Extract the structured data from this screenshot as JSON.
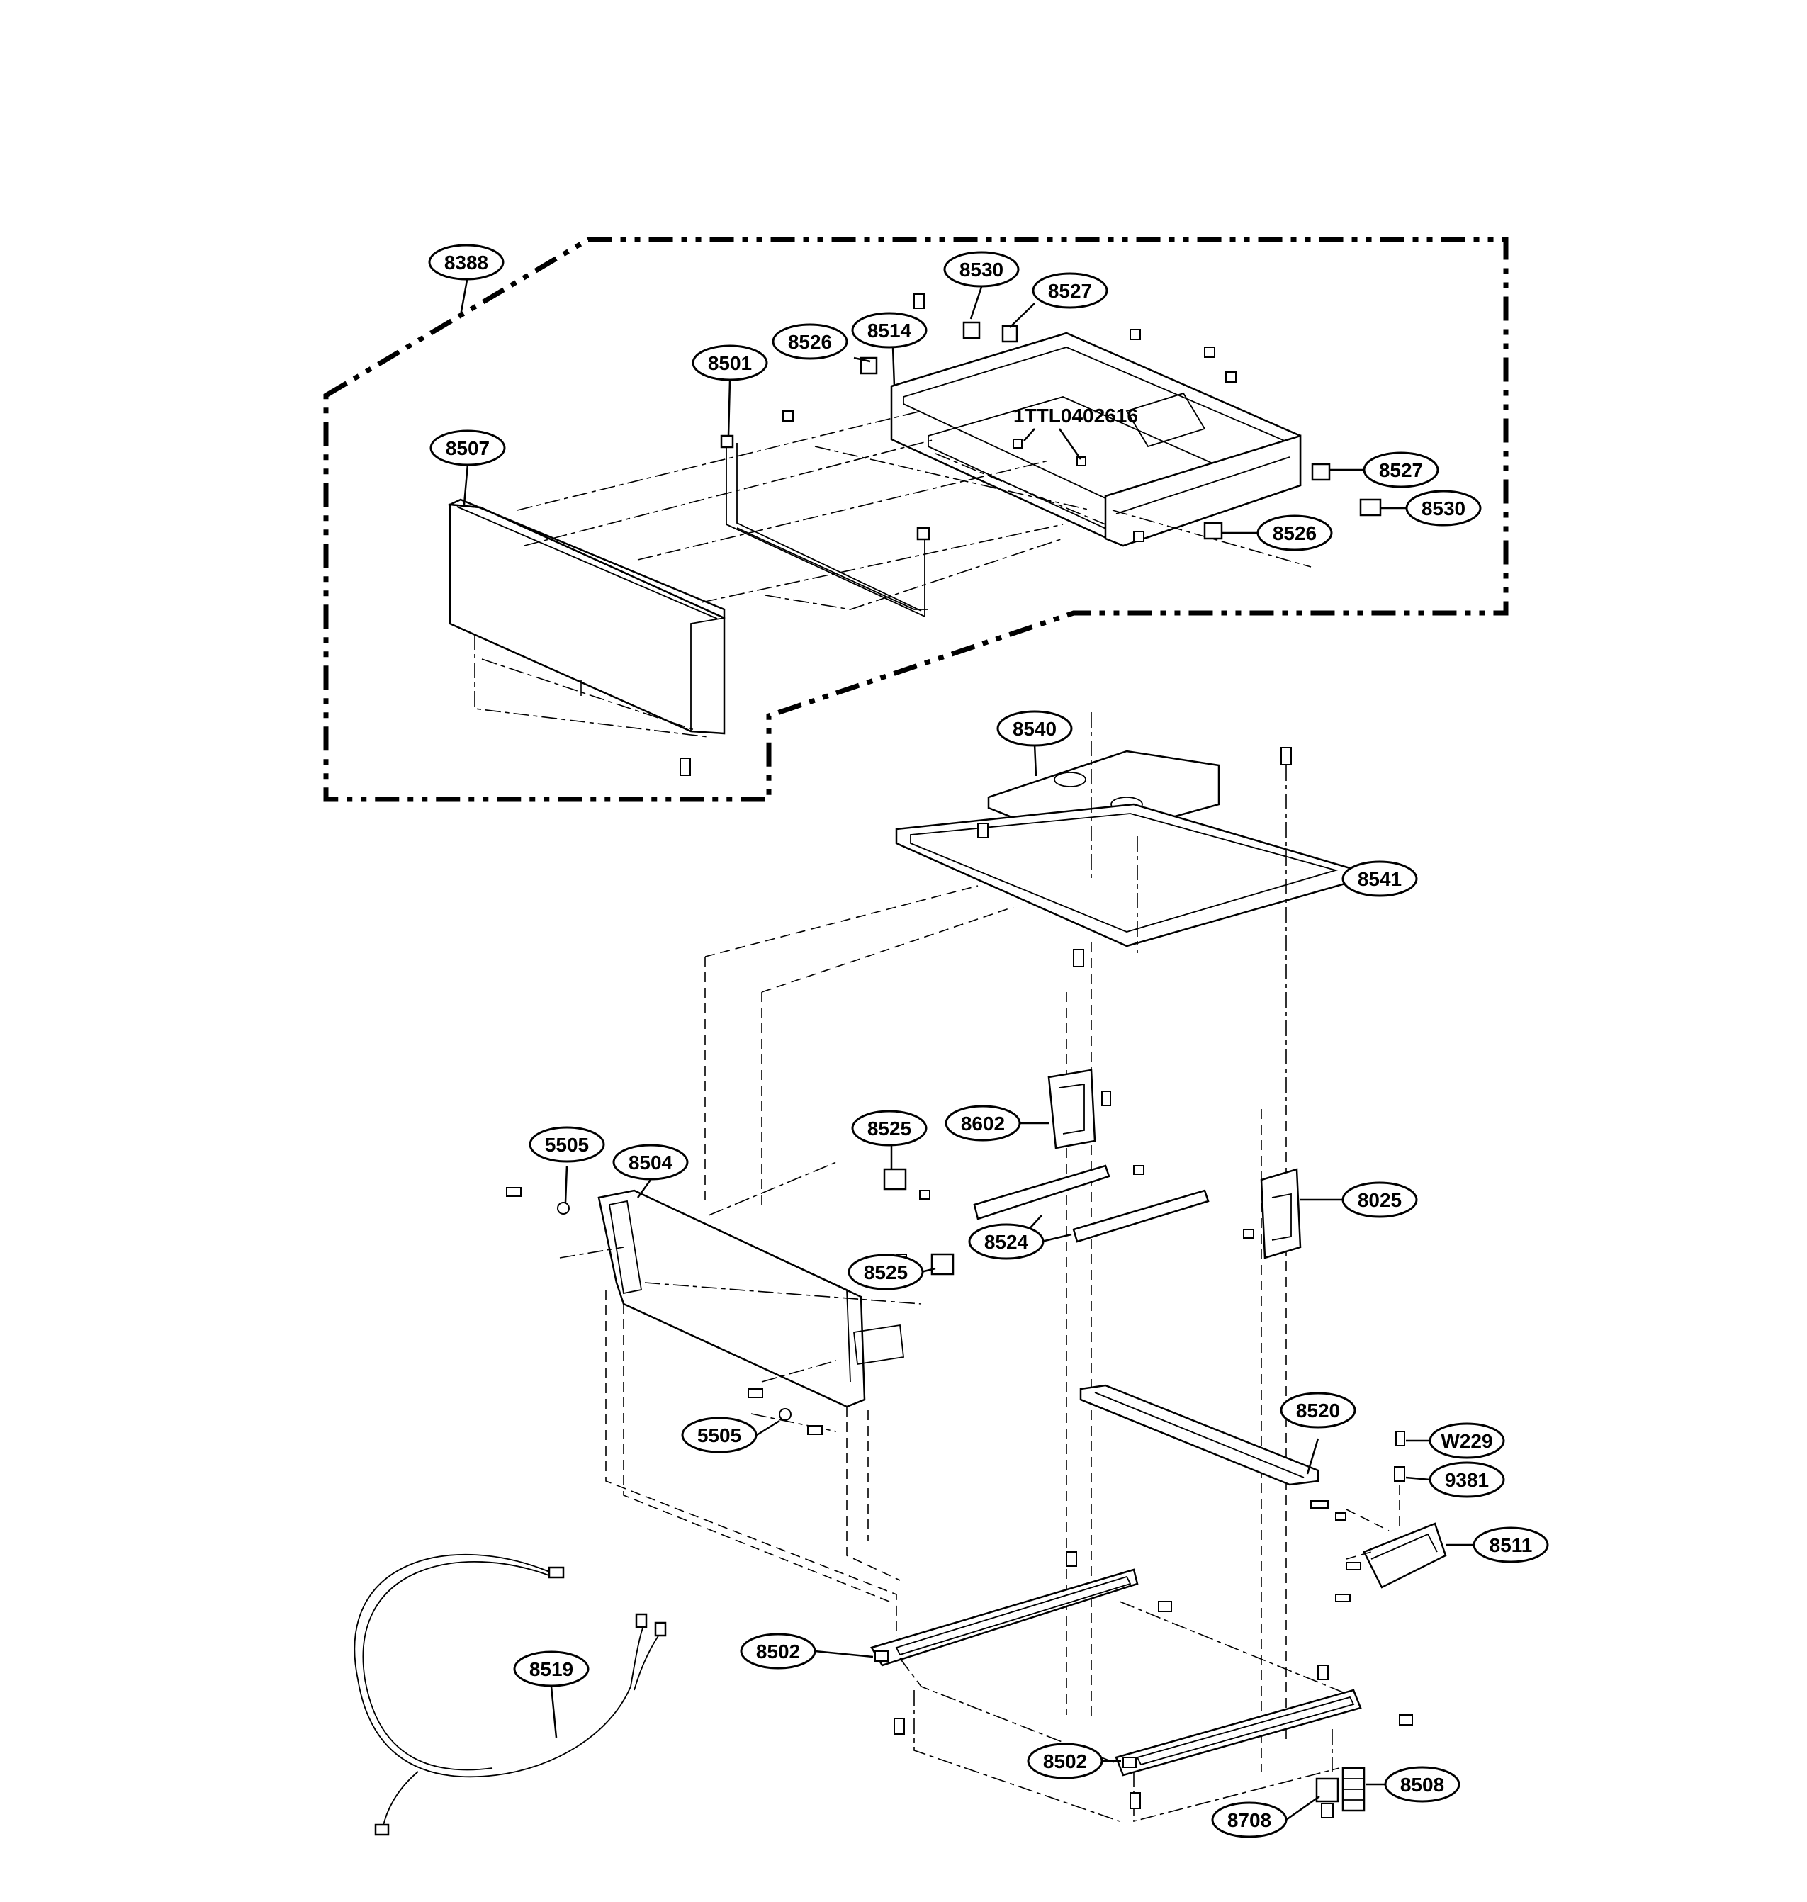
{
  "diagram": {
    "labels": {
      "l8388": "8388",
      "l8530a": "8530",
      "l8527a": "8527",
      "l8526a": "8526",
      "l8514": "8514",
      "l8501": "8501",
      "l1ttl": "1TTL0402616",
      "l8507": "8507",
      "l8527b": "8527",
      "l8530b": "8530",
      "l8526b": "8526",
      "l8540": "8540",
      "l8541": "8541",
      "l8602": "8602",
      "l8525a": "8525",
      "l5505a": "5505",
      "l8504": "8504",
      "l8025": "8025",
      "l8524": "8524",
      "l8525b": "8525",
      "l5505b": "5505",
      "l8520": "8520",
      "lW229": "W229",
      "l9381": "9381",
      "l8511": "8511",
      "l8519": "8519",
      "l8502a": "8502",
      "l8502b": "8502",
      "l8508": "8508",
      "l8708": "8708"
    }
  }
}
